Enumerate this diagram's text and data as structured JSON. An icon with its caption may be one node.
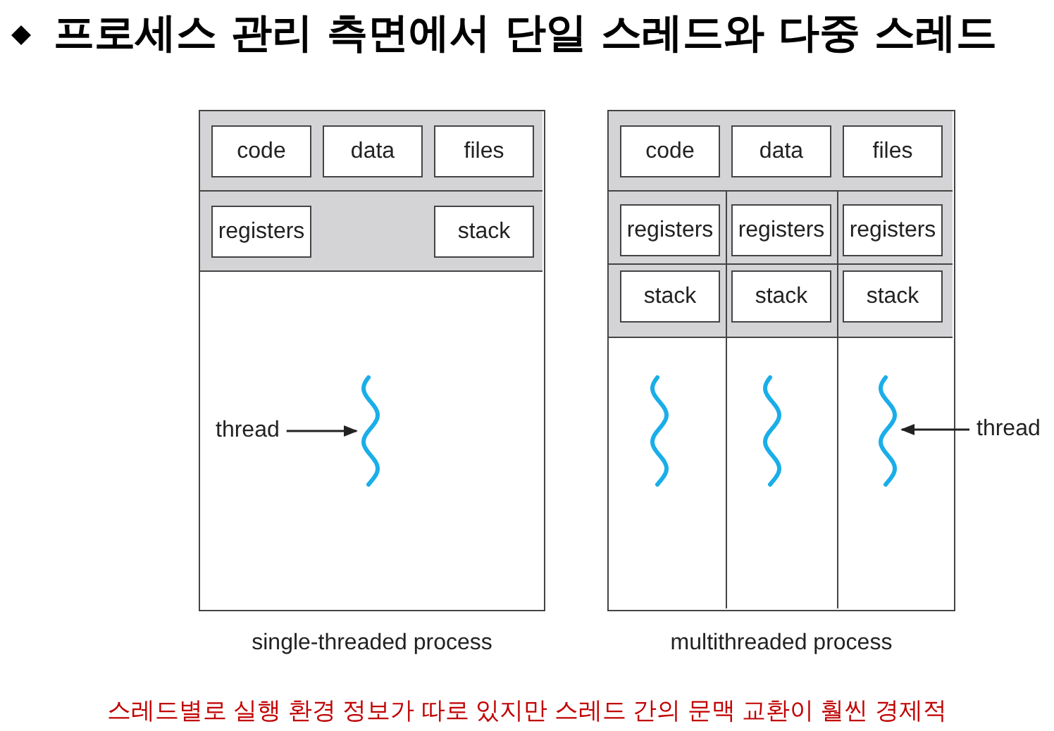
{
  "diagram": {
    "title": "프로세스 관리 측면에서 단일 스레드와 다중 스레드",
    "caption": "스레드별로 실행 환경 정보가 따로 있지만 스레드 간의 문맥 교환이 훨씬 경제적",
    "nodes": [
      {
        "text": [],
        "shape": "box",
        "beside": [
          "single-threaded process"
        ]
      },
      {
        "text": [
          "code"
        ],
        "in": 0
      },
      {
        "text": [
          "data"
        ],
        "in": 0
      },
      {
        "text": [
          "files"
        ],
        "in": 0
      },
      {
        "text": [
          "registers"
        ],
        "in": 0
      },
      {
        "text": [
          "stack"
        ],
        "in": 0
      },
      {
        "text": [],
        "shape": "picture",
        "in": 0
      },
      {
        "text": [
          "thread"
        ],
        "in": 0
      },
      {
        "text": [],
        "shape": "box",
        "beside": [
          "multithreaded process"
        ]
      },
      {
        "text": [
          "code"
        ],
        "in": 8
      },
      {
        "text": [
          "data"
        ],
        "in": 8
      },
      {
        "text": [
          "files"
        ],
        "in": 8
      },
      {
        "text": [
          "registers"
        ],
        "in": 8
      },
      {
        "text": [
          "registers"
        ],
        "in": 8
      },
      {
        "text": [
          "registers"
        ],
        "in": 8
      },
      {
        "text": [
          "stack"
        ],
        "in": 8
      },
      {
        "text": [
          "stack"
        ],
        "in": 8
      },
      {
        "text": [
          "stack"
        ],
        "in": 8
      },
      {
        "text": [],
        "shape": "picture",
        "in": 8
      },
      {
        "text": [],
        "shape": "picture",
        "in": 8
      },
      {
        "text": [],
        "shape": "picture",
        "in": 8
      },
      {
        "text": [
          "thread"
        ]
      }
    ],
    "edges": [
      {
        "from": 7,
        "to": 6,
        "arrow": "to"
      },
      {
        "from": 21,
        "to": 20,
        "arrow": "to"
      }
    ]
  }
}
